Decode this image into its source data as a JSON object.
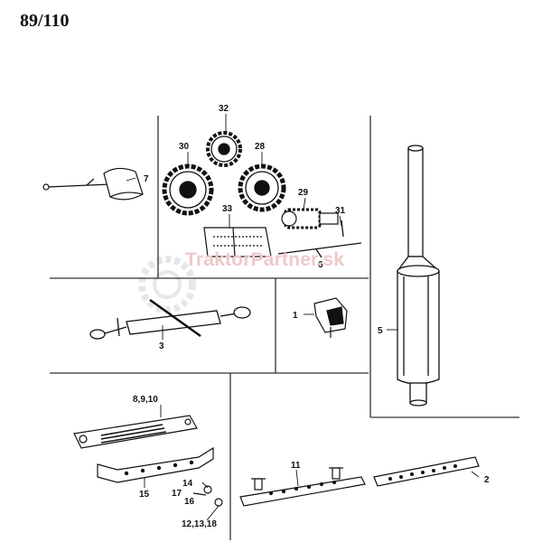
{
  "page": {
    "title": "89/110"
  },
  "watermark": {
    "text": "TraktorPartner.sk",
    "color": "#f0c8c8"
  },
  "parts": [
    {
      "id": "32",
      "label": "32"
    },
    {
      "id": "30",
      "label": "30"
    },
    {
      "id": "28",
      "label": "28"
    },
    {
      "id": "7",
      "label": "7"
    },
    {
      "id": "29",
      "label": "29"
    },
    {
      "id": "33",
      "label": "33"
    },
    {
      "id": "31",
      "label": "31"
    },
    {
      "id": "6",
      "label": "6"
    },
    {
      "id": "3",
      "label": "3"
    },
    {
      "id": "1",
      "label": "1"
    },
    {
      "id": "5",
      "label": "5"
    },
    {
      "id": "8-9-10",
      "label": "8,9,10"
    },
    {
      "id": "15",
      "label": "15"
    },
    {
      "id": "14",
      "label": "14"
    },
    {
      "id": "17",
      "label": "17"
    },
    {
      "id": "16",
      "label": "16"
    },
    {
      "id": "12-13-18",
      "label": "12,13,18"
    },
    {
      "id": "11",
      "label": "11"
    },
    {
      "id": "2",
      "label": "2"
    }
  ],
  "colors": {
    "ink": "#111111",
    "line": "#333333"
  }
}
